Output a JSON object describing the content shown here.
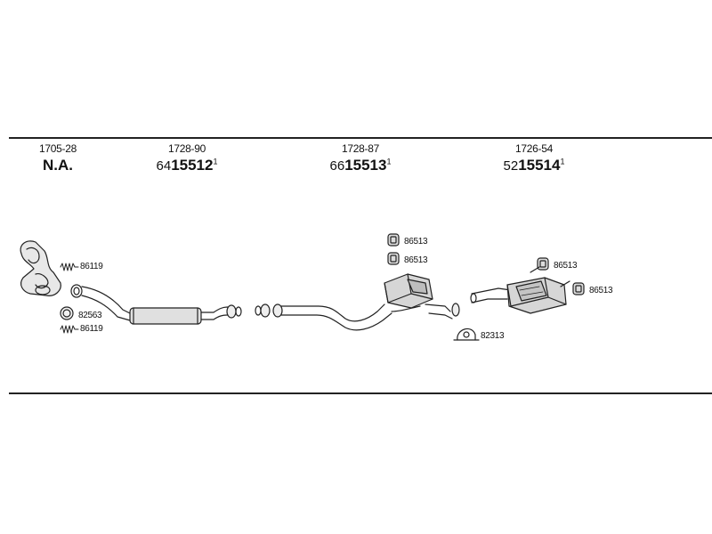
{
  "parts": [
    {
      "oe": "1705-28",
      "article_main": "N.A.",
      "article_prefix": "",
      "article_suffix": ""
    },
    {
      "oe": "1728-90",
      "article_prefix": "64",
      "article_main": "15512",
      "article_suffix": "1"
    },
    {
      "oe": "1728-87",
      "article_prefix": "66",
      "article_main": "15513",
      "article_suffix": "1"
    },
    {
      "oe": "1726-54",
      "article_prefix": "52",
      "article_main": "15514",
      "article_suffix": "1"
    }
  ],
  "labels": {
    "spring_1": "86119",
    "ring": "82563",
    "spring_2": "86119",
    "hanger_a": "86513",
    "hanger_b": "86513",
    "clamp": "82313",
    "hanger_c": "86513",
    "hanger_d": "86513"
  }
}
